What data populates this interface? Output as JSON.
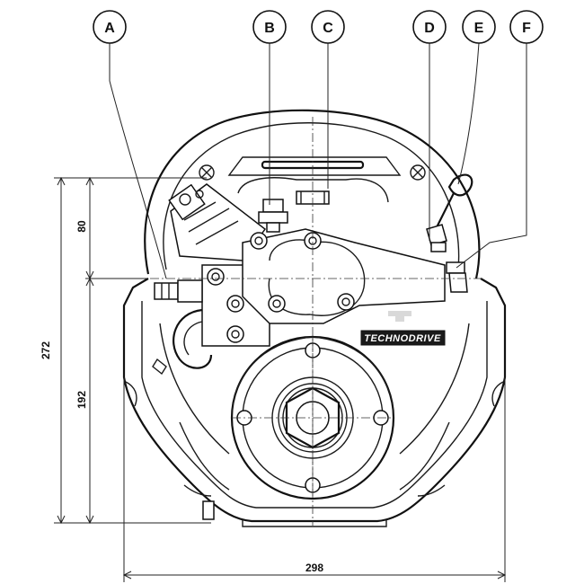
{
  "callouts": [
    {
      "letter": "A"
    },
    {
      "letter": "B"
    },
    {
      "letter": "C"
    },
    {
      "letter": "D"
    },
    {
      "letter": "E"
    },
    {
      "letter": "F"
    }
  ],
  "dimensions": {
    "total_height": "272",
    "lower_height": "192",
    "upper_offset": "80",
    "width": "298"
  },
  "brand_label": "TECHNODRIVE"
}
